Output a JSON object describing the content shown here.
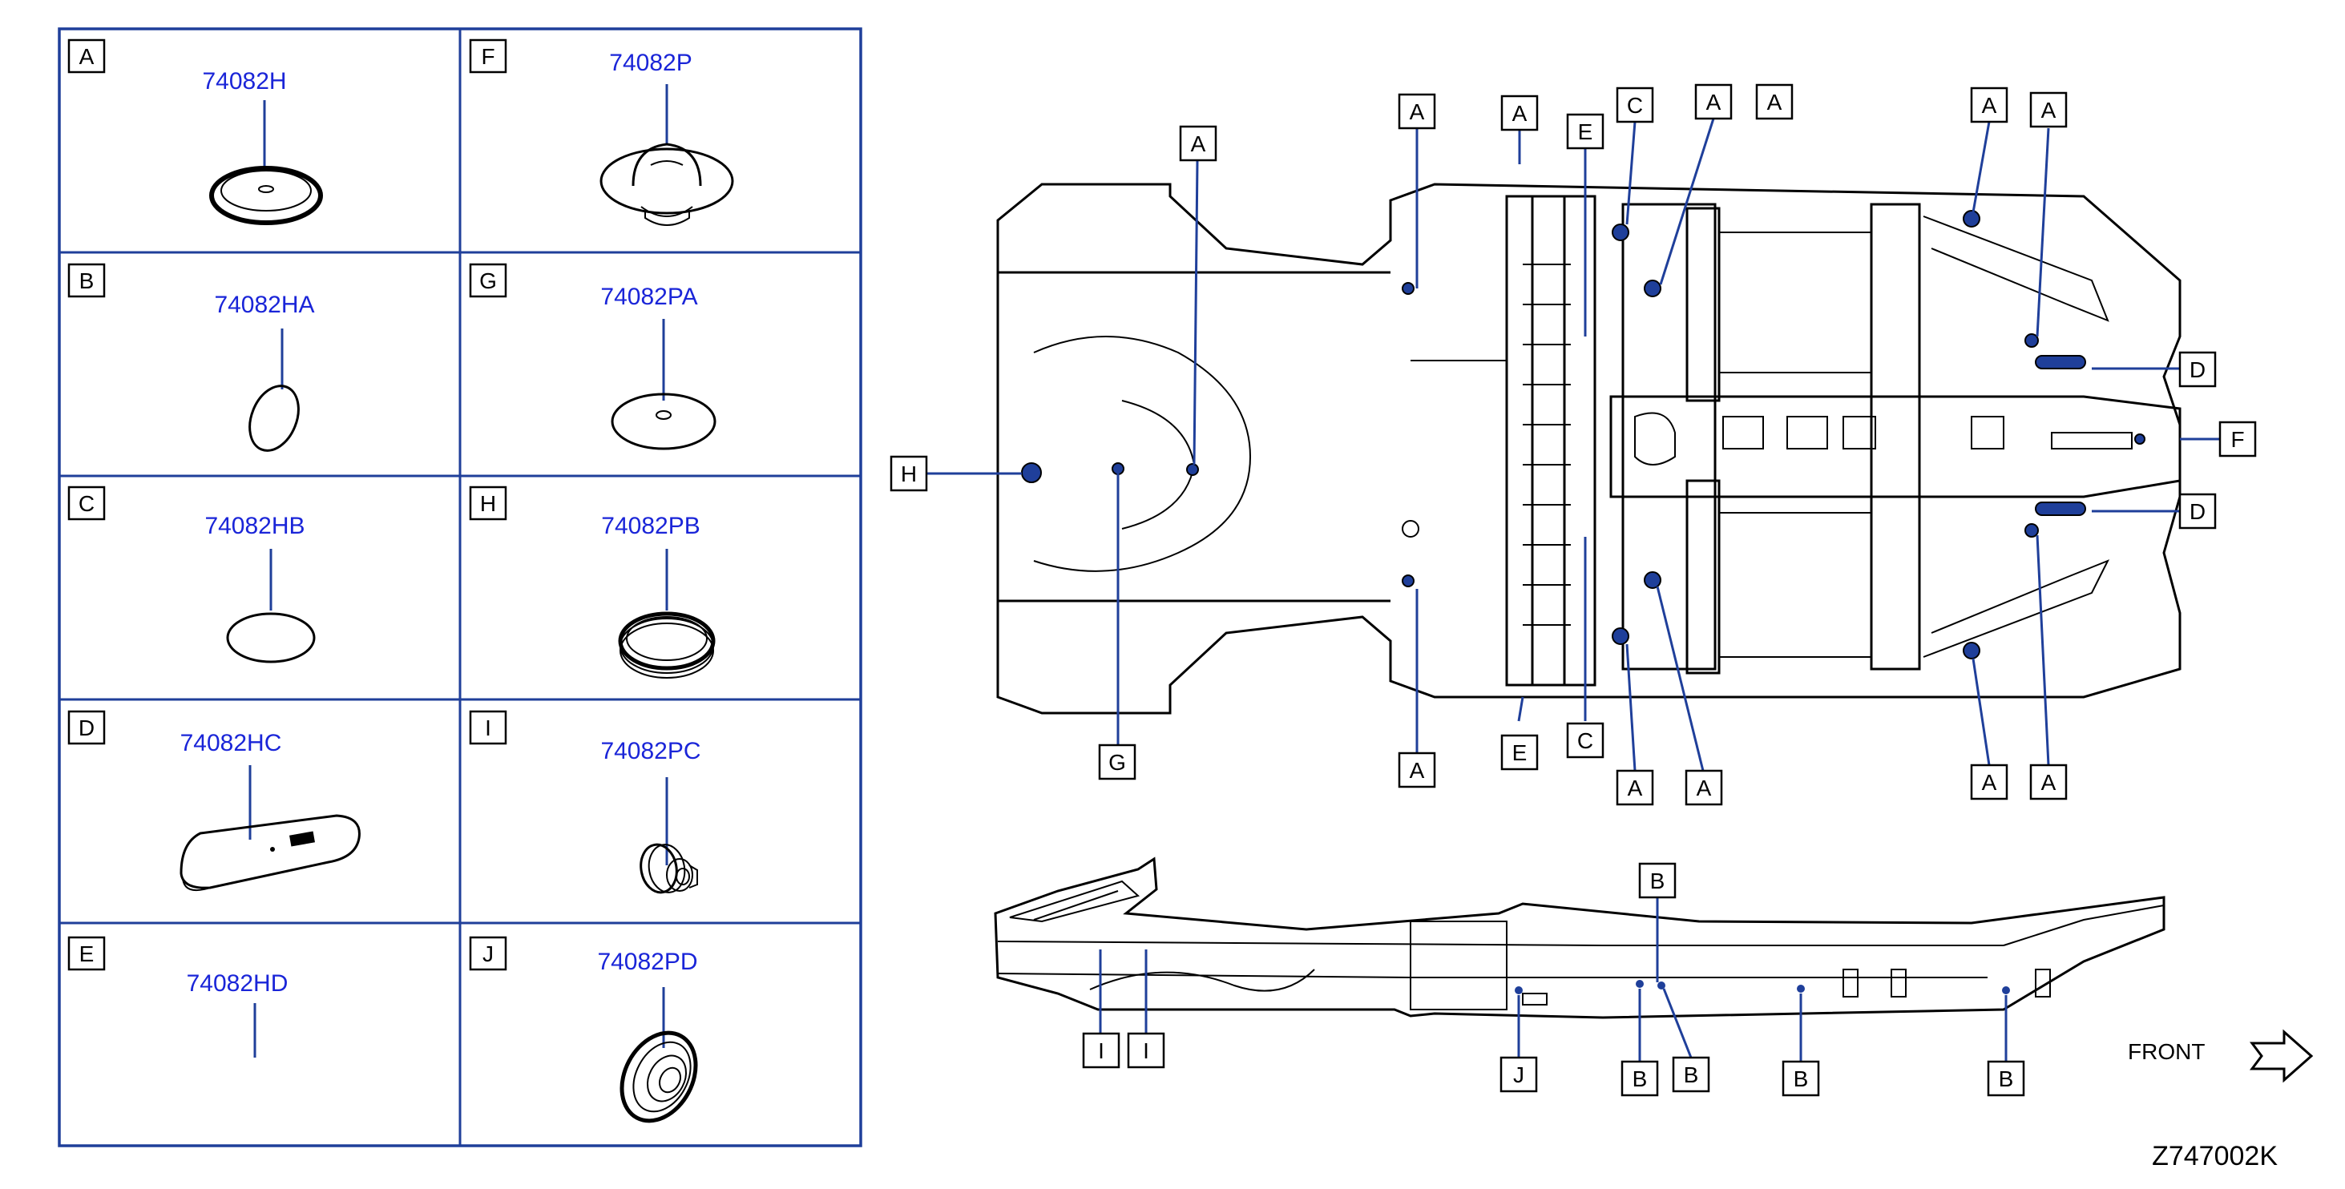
{
  "legend": {
    "cells": [
      {
        "letter": "A",
        "part": "74082H"
      },
      {
        "letter": "F",
        "part": "74082P"
      },
      {
        "letter": "B",
        "part": "74082HA"
      },
      {
        "letter": "G",
        "part": "74082PA"
      },
      {
        "letter": "C",
        "part": "74082HB"
      },
      {
        "letter": "H",
        "part": "74082PB"
      },
      {
        "letter": "D",
        "part": "74082HC"
      },
      {
        "letter": "I",
        "part": "74082PC"
      },
      {
        "letter": "E",
        "part": "74082HD"
      },
      {
        "letter": "J",
        "part": "74082PD"
      }
    ]
  },
  "diagram": {
    "callouts": [
      "A",
      "A",
      "E",
      "C",
      "A",
      "A",
      "A",
      "A",
      "D",
      "F",
      "D",
      "H",
      "G",
      "A",
      "E",
      "C",
      "A",
      "A",
      "A",
      "A",
      "B",
      "I",
      "I",
      "J",
      "B",
      "B",
      "B",
      "B"
    ],
    "front_label": "FRONT",
    "drawing_code": "Z747002K"
  },
  "colors": {
    "grid_line": "#1f3f9a",
    "part_number": "#1a25d8",
    "plug_fill": "#1f3f9a"
  }
}
